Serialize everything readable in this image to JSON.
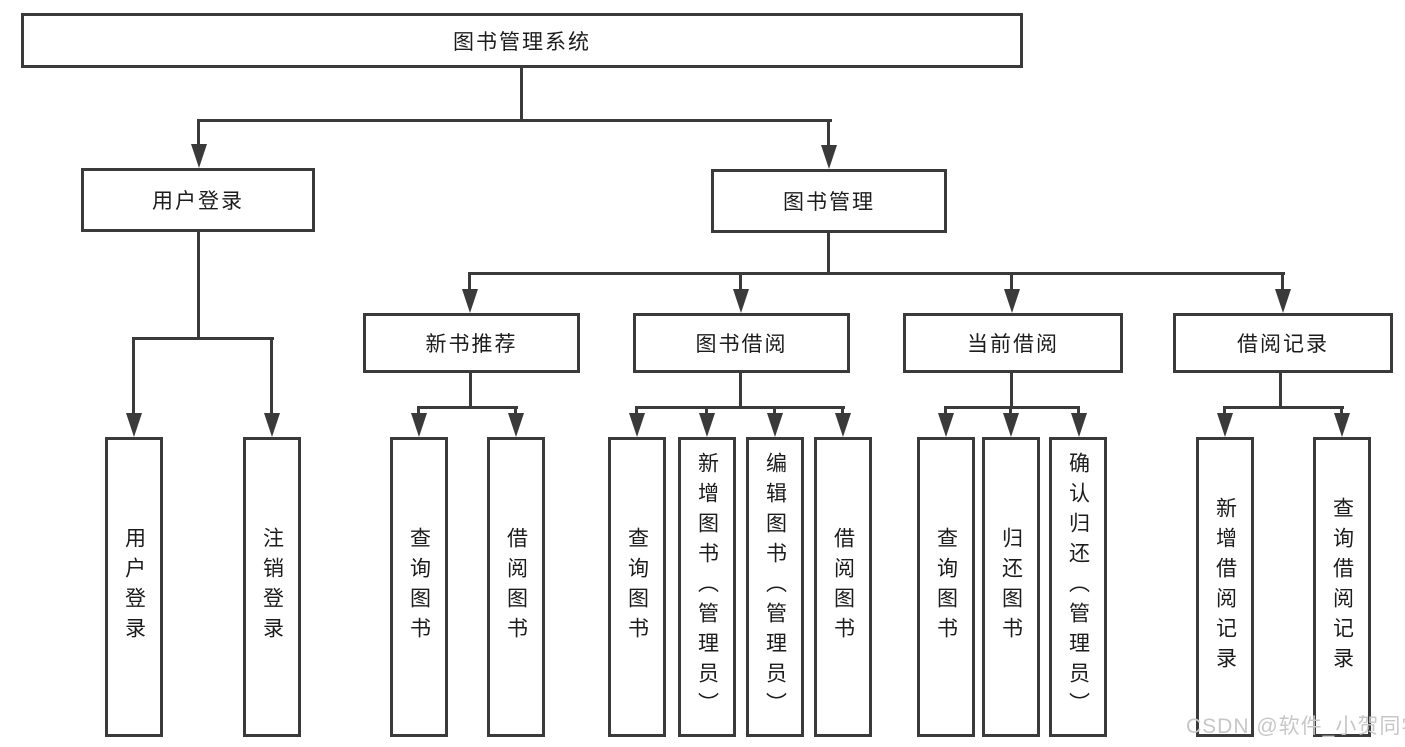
{
  "tree": {
    "label": "图书管理系统",
    "children": [
      {
        "label": "用户登录",
        "children": [
          {
            "label": "用户登录"
          },
          {
            "label": "注销登录"
          }
        ]
      },
      {
        "label": "图书管理",
        "children": [
          {
            "label": "新书推荐",
            "children": [
              {
                "label": "查询图书"
              },
              {
                "label": "借阅图书"
              }
            ]
          },
          {
            "label": "图书借阅",
            "children": [
              {
                "label": "查询图书"
              },
              {
                "label": "新增图书（管理员）"
              },
              {
                "label": "编辑图书（管理员）"
              },
              {
                "label": "借阅图书"
              }
            ]
          },
          {
            "label": "当前借阅",
            "children": [
              {
                "label": "查询图书"
              },
              {
                "label": "归还图书"
              },
              {
                "label": "确认归还（管理员）"
              }
            ]
          },
          {
            "label": "借阅记录",
            "children": [
              {
                "label": "新增借阅记录"
              },
              {
                "label": "查询借阅记录"
              }
            ]
          }
        ]
      }
    ]
  },
  "watermark": {
    "text": "CSDN @软件_小贺同学"
  },
  "colors": {
    "line": "#3a3a3a",
    "text": "#1c1c1c",
    "watermark": "#c7c7c7",
    "background": "#ffffff"
  }
}
